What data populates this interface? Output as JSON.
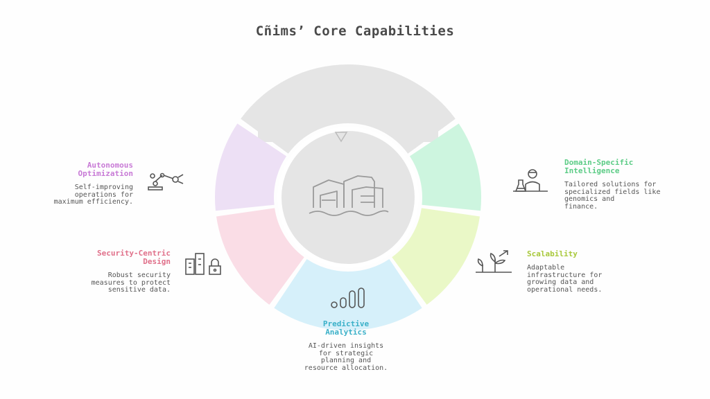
{
  "title": "Cñims’ Core Capabilities",
  "colors": {
    "lock_gray": "#e5e5e5",
    "purple": "#ede0f5",
    "pink": "#fadde6",
    "blue": "#d6f0fa",
    "lime": "#eaf8c7",
    "mint": "#cdf5df",
    "autonomous": "#c87ad6",
    "security": "#e0708a",
    "predictive": "#3ab0c8",
    "scalability": "#a8c83a",
    "domain": "#5ccc86"
  },
  "center_icon": "city-on-water-icon",
  "capabilities": {
    "autonomous": {
      "heading": "Autonomous\nOptimization",
      "description": "Self-improving\noperations for\nmaximum efficiency.",
      "icon": "robot-arm-icon"
    },
    "security": {
      "heading": "Security-Centric\nDesign",
      "description": "Robust security\nmeasures to protect\nsensitive data.",
      "icon": "buildings-lock-icon"
    },
    "predictive": {
      "heading": "Predictive\nAnalytics",
      "description": "AI-driven insights\nfor strategic\nplanning and\nresource allocation.",
      "icon": "bar-chart-icon"
    },
    "scalability": {
      "heading": "Scalability",
      "description": "Adaptable\ninfrastructure for\ngrowing data and\noperational needs.",
      "icon": "growing-plant-icon"
    },
    "domain": {
      "heading": "Domain-Specific\nIntelligence",
      "description": "Tailored solutions for\nspecialized fields like\ngenomics and\nfinance.",
      "icon": "scientist-icon"
    }
  }
}
